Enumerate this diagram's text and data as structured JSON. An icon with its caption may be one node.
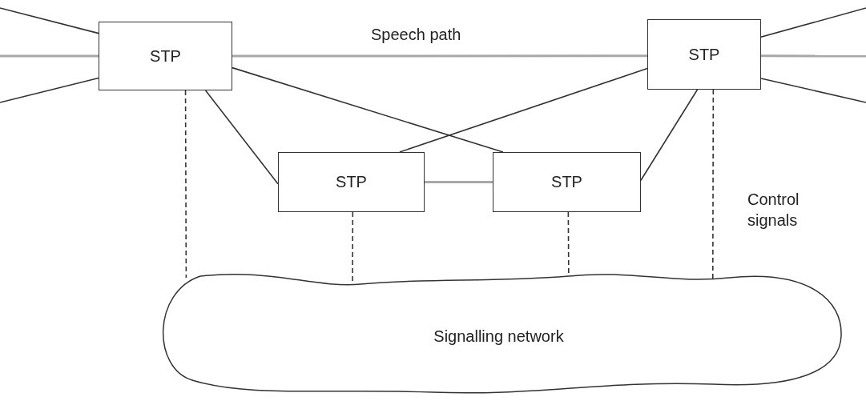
{
  "diagram": {
    "nodes": [
      {
        "text": [
          "STP"
        ]
      },
      {
        "text": [
          "STP"
        ]
      },
      {
        "text": [
          "STP"
        ]
      },
      {
        "text": [
          "STP"
        ]
      },
      {
        "text": [
          "Signalling network"
        ]
      }
    ],
    "edges": [
      {
        "from": null,
        "to": 0,
        "arrow": "none"
      },
      {
        "from": null,
        "to": 0,
        "arrow": "none",
        "color": "#a8a8a8"
      },
      {
        "from": null,
        "to": 0,
        "arrow": "none"
      },
      {
        "from": 0,
        "to": 1,
        "arrow": "none",
        "label": "Speech path",
        "color": "#a8a8a8"
      },
      {
        "from": 1,
        "to": null,
        "arrow": "none"
      },
      {
        "from": 1,
        "to": null,
        "arrow": "none",
        "color": "#a8a8a8"
      },
      {
        "from": 1,
        "to": null,
        "arrow": "none"
      },
      {
        "from": 0,
        "to": 2,
        "arrow": "none"
      },
      {
        "from": 0,
        "to": 3,
        "arrow": "none"
      },
      {
        "from": 1,
        "to": 2,
        "arrow": "none"
      },
      {
        "from": 1,
        "to": 3,
        "arrow": "none"
      },
      {
        "from": 2,
        "to": 3,
        "arrow": "none",
        "color": "#a8a8a8"
      },
      {
        "from": 0,
        "to": 4,
        "arrow": "none",
        "style": "dashed"
      },
      {
        "from": 2,
        "to": 4,
        "arrow": "none",
        "style": "dashed"
      },
      {
        "from": 3,
        "to": 4,
        "arrow": "none",
        "style": "dashed"
      },
      {
        "from": 1,
        "to": 4,
        "arrow": "none",
        "style": "dashed"
      }
    ],
    "labels": [
      "Control signals"
    ]
  }
}
